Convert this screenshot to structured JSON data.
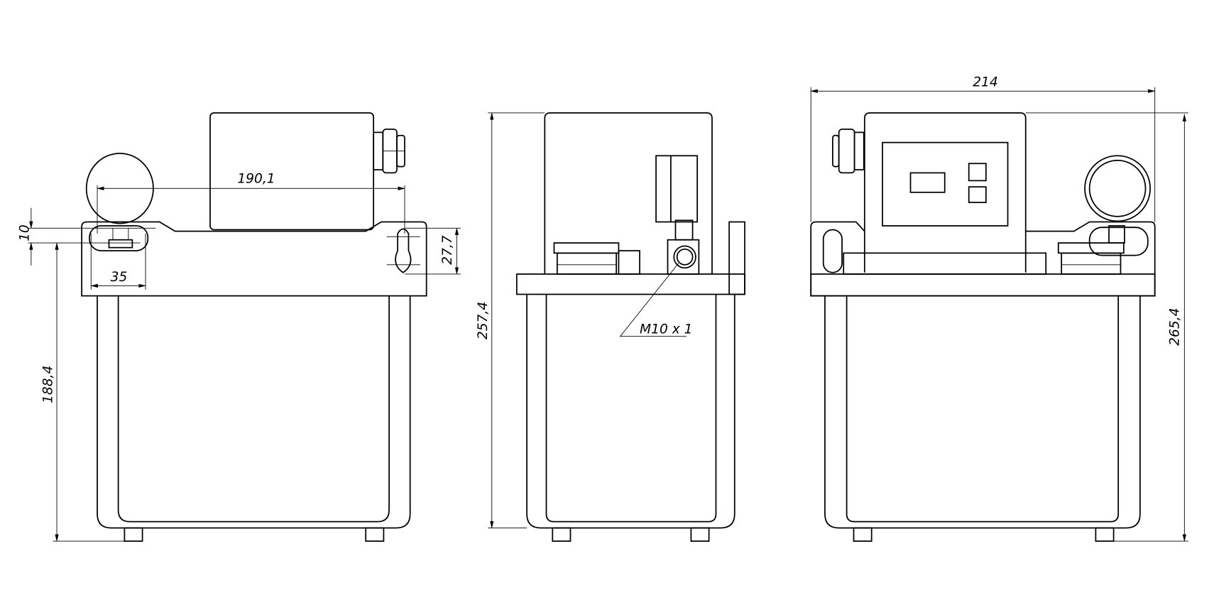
{
  "drawing": {
    "views": [
      "front",
      "side",
      "rear"
    ],
    "dimensions": {
      "front_hole_spacing": "190,1",
      "front_slot_width": "35",
      "front_slot_height": "10",
      "front_keyhole_height": "27,7",
      "front_mount_height": "188,4",
      "side_total_height": "257,4",
      "side_thread": "M10 x 1",
      "rear_total_width": "214",
      "rear_total_height": "265,4"
    },
    "line_color": "#000000",
    "background": "#ffffff"
  }
}
